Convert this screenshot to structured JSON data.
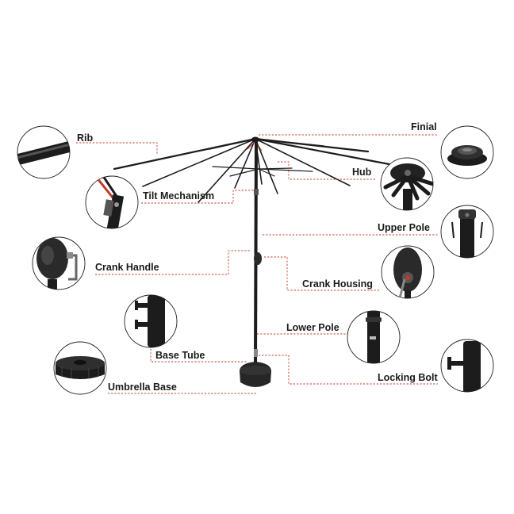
{
  "labels": {
    "rib": "Rib",
    "finial": "Finial",
    "hub": "Hub",
    "tilt": "Tilt Mechanism",
    "upper_pole": "Upper Pole",
    "crank_handle": "Crank Handle",
    "crank_housing": "Crank  Housing",
    "lower_pole": "Lower Pole",
    "base_tube": "Base Tube",
    "locking_bolt": "Locking Bolt",
    "umbrella_base": "Umbrella Base"
  },
  "colors": {
    "leader": "#c0392b",
    "metal": "#1c1c1c",
    "text": "#1a1a1a"
  }
}
